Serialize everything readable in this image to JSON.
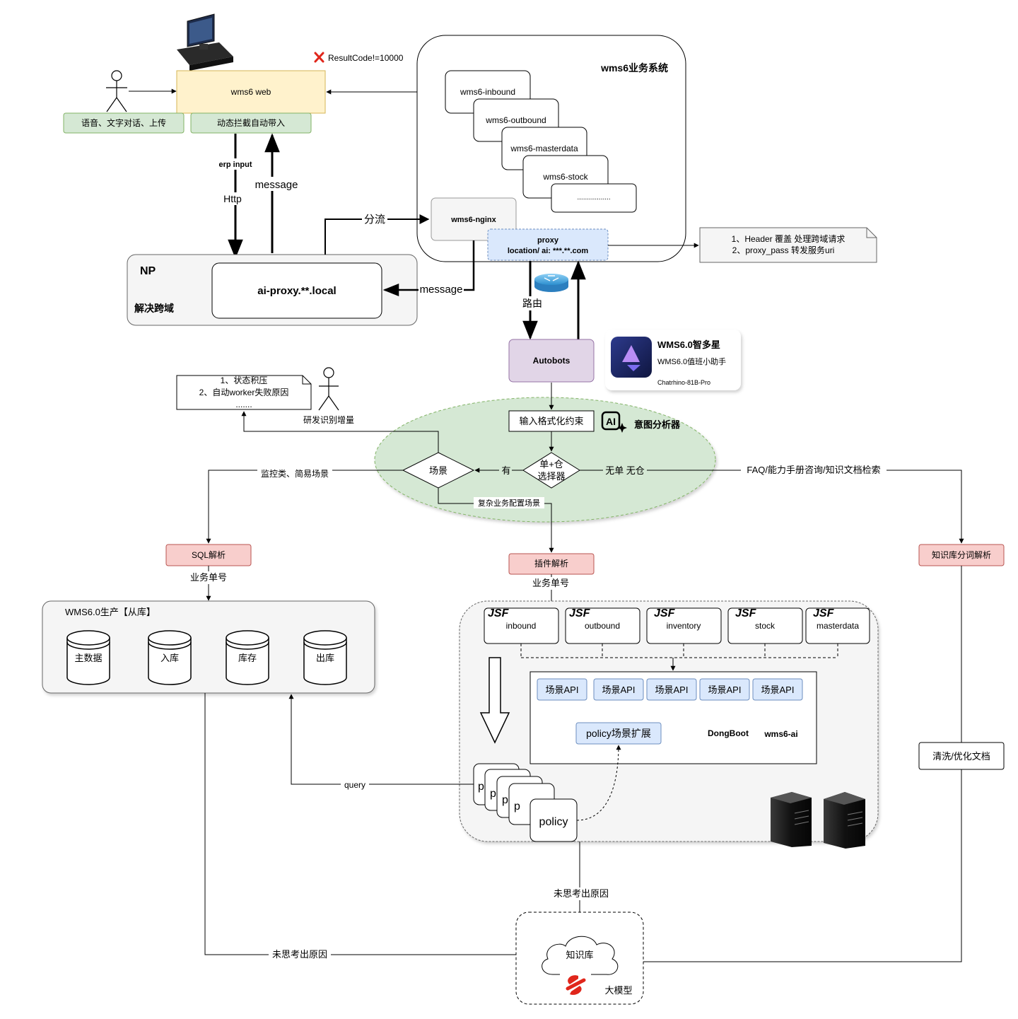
{
  "web": {
    "title": "wms6 web",
    "voice_label": "语音、文字对话、上传",
    "intercept_label": "动态拦截自动带入",
    "result_code": "ResultCode!=10000",
    "erp_input": "erp  input",
    "http": "Http",
    "message": "message"
  },
  "np": {
    "title": "NP",
    "subtitle": "解决跨域",
    "proxy_host": "ai-proxy.**.local",
    "message": "message"
  },
  "biz_system": {
    "title": "wms6业务系统",
    "services": [
      "wms6-inbound",
      "wms6-outbound",
      "wms6-masterdata",
      "wms6-stock",
      "................."
    ],
    "nginx": "wms6-nginx",
    "proxy_line1": "proxy",
    "proxy_line2": "location/ ai: ***.**.com",
    "divert": "分流",
    "route": "路由"
  },
  "note_header": {
    "line1": "1、Header 覆盖 处理跨域请求",
    "line2": "2、proxy_pass 转发服务uri"
  },
  "autobots": "Autobots",
  "app_card": {
    "name": "WMS6.0智多星",
    "desc": "WMS6.0值班小助手",
    "model": "Chatrhino-81B-Pro"
  },
  "intent": {
    "format": "输入格式化约束",
    "analyzer": "意图分析器",
    "ai_icon": "AI",
    "selector_line1": "单+仓",
    "selector_line2": "选择器",
    "scene": "场景",
    "yes": "有",
    "none": "无单 无仓",
    "faq": "FAQ/能力手册咨询/知识文档检索",
    "monitor": "监控类、简易场景",
    "complex": "复杂业务配置场景"
  },
  "dev_note": {
    "line1": "1、状态积压",
    "line2": "2、自动worker失败原因",
    "line3": ".......",
    "actor": "研发识别增量"
  },
  "sql": {
    "label": "SQL解析",
    "order_no": "业务单号"
  },
  "plugin": {
    "label": "插件解析",
    "order_no": "业务单号"
  },
  "kb_parse": "知识库分词解析",
  "clean_doc": "清洗/优化文档",
  "db": {
    "title": "WMS6.0生产【从库】",
    "tables": [
      "主数据",
      "入库",
      "库存",
      "出库"
    ]
  },
  "jsf": {
    "logo": "JSF",
    "services": [
      "inbound",
      "outbound",
      "inventory",
      "stock",
      "masterdata"
    ],
    "scene_api": [
      "场景API",
      "场景API",
      "场景API",
      "场景API",
      "场景API"
    ],
    "policy_ext": "policy场景扩展",
    "dongboot": "DongBoot",
    "wms6_ai": "wms6-ai",
    "policy": "policy",
    "policy_letter": "p",
    "query": "query"
  },
  "kb": {
    "cloud": "知识库",
    "llm": "大模型",
    "reason": "未思考出原因"
  },
  "colors": {
    "web_fill": "#fff2cc",
    "green_fill": "#d5e8d4",
    "green_stroke": "#82b366",
    "blue_fill": "#dae8fc",
    "blue_stroke": "#6c8ebf",
    "red_fill": "#f8cecc",
    "red_stroke": "#b85450",
    "purple_fill": "#e1d5e7",
    "purple_stroke": "#9673a6",
    "gray_fill": "#f5f5f5",
    "jsf_blue": "#1a5fa8"
  }
}
